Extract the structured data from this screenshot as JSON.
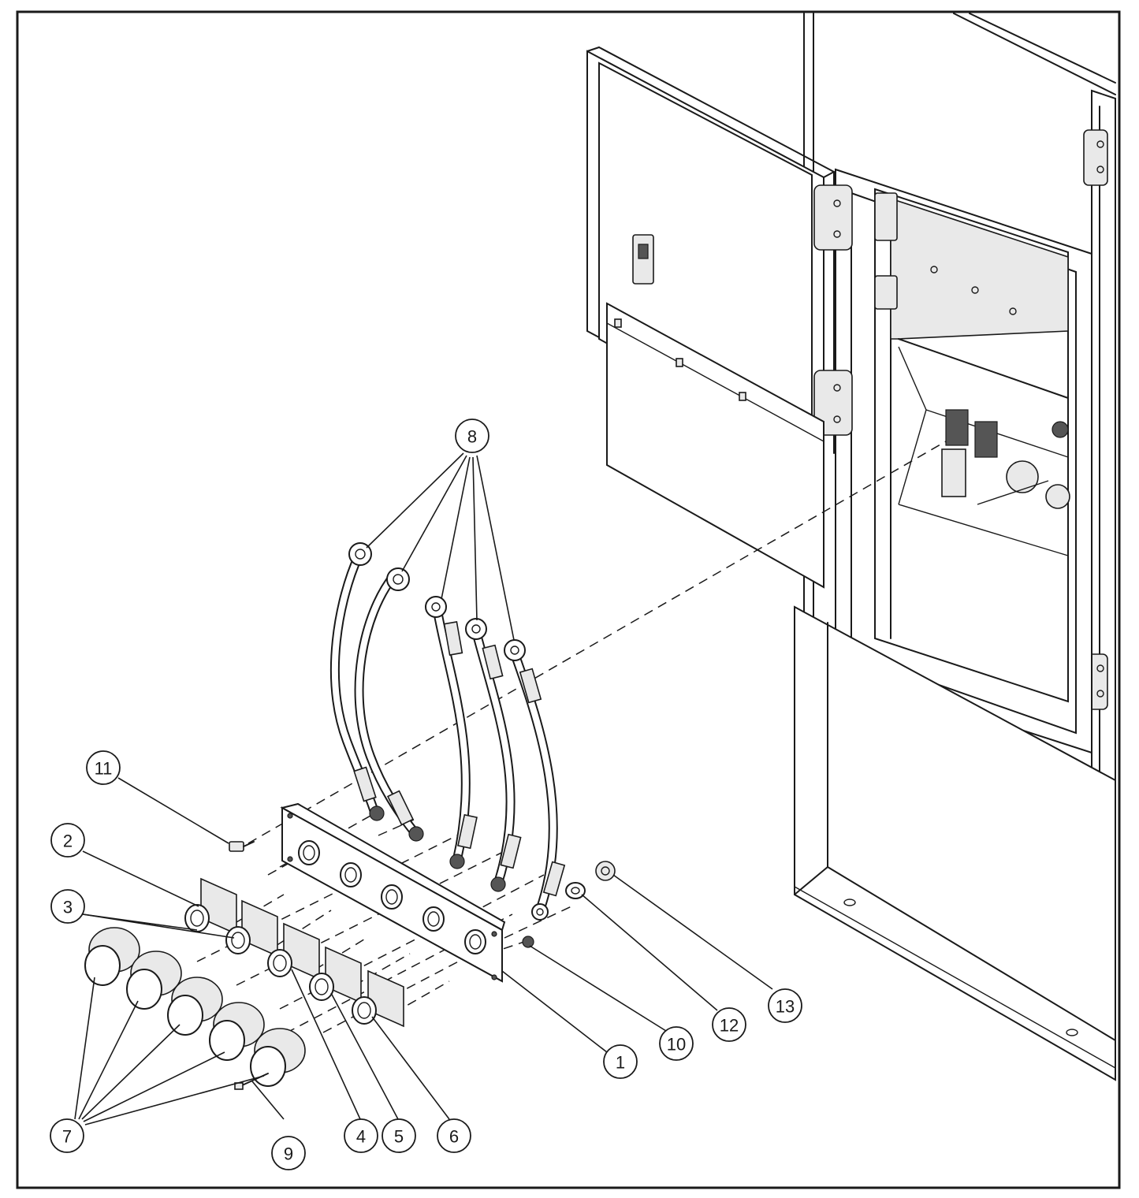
{
  "callouts": [
    {
      "id": "1",
      "label": "1"
    },
    {
      "id": "2",
      "label": "2"
    },
    {
      "id": "3",
      "label": "3"
    },
    {
      "id": "4",
      "label": "4"
    },
    {
      "id": "5",
      "label": "5"
    },
    {
      "id": "6",
      "label": "6"
    },
    {
      "id": "7",
      "label": "7"
    },
    {
      "id": "8",
      "label": "8"
    },
    {
      "id": "9",
      "label": "9"
    },
    {
      "id": "10",
      "label": "10"
    },
    {
      "id": "11",
      "label": "11"
    },
    {
      "id": "12",
      "label": "12"
    },
    {
      "id": "13",
      "label": "13"
    }
  ],
  "colors": {
    "line": "#1a1a1a",
    "background": "#ffffff",
    "shade": "#e9e9e9"
  }
}
